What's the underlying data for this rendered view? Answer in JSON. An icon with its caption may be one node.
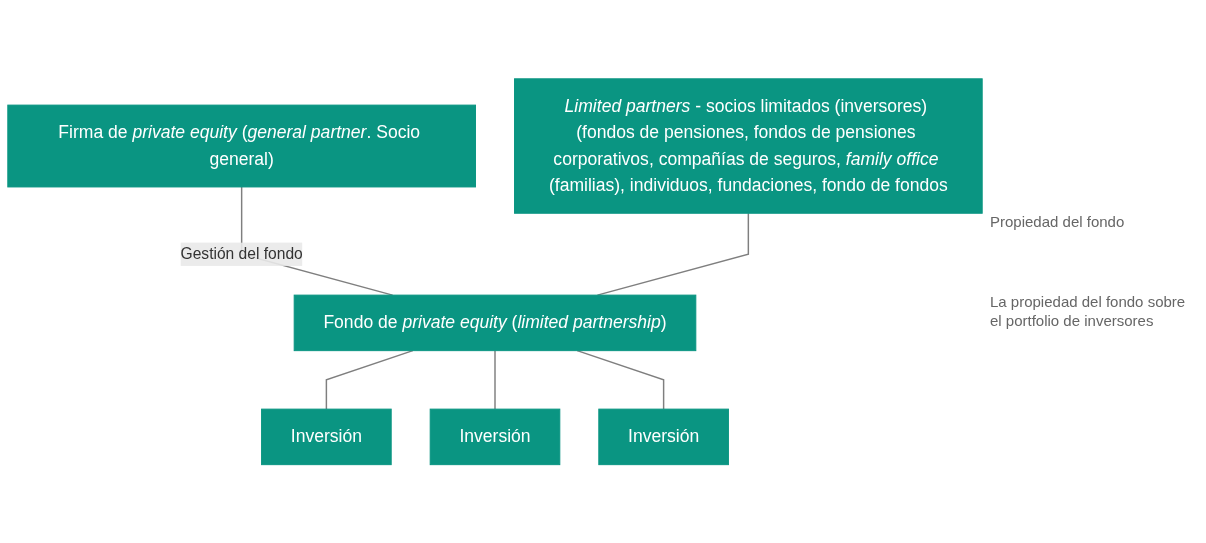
{
  "diagram": {
    "nodes": [
      {
        "text": [
          "Firma de *private equity* (*general partner*. Socio general)"
        ]
      },
      {
        "text": [
          "*Limited partners* - socios limitados (inversores) (fondos de pensiones, fondos de pensiones corporativos, compañías de seguros, *family office* (familias), individuos, fundaciones, fondo de fondos"
        ]
      },
      {
        "text": [
          "Fondo de *private equity* (*limited partnership*)"
        ]
      },
      {
        "text": [
          "Inversión"
        ]
      },
      {
        "text": [
          "Inversión"
        ]
      },
      {
        "text": [
          "Inversión"
        ]
      }
    ],
    "edges": [
      {
        "from": 0,
        "to": 2,
        "arrow": "none",
        "label": "Gestión del fondo"
      },
      {
        "from": 1,
        "to": 2,
        "arrow": "none"
      },
      {
        "from": 2,
        "to": 3,
        "arrow": "none"
      },
      {
        "from": 2,
        "to": 4,
        "arrow": "none"
      },
      {
        "from": 2,
        "to": 5,
        "arrow": "none"
      }
    ],
    "labels": [
      "Propiedad del fondo",
      "La propiedad del fondo sobre el portfolio de inversores"
    ]
  }
}
